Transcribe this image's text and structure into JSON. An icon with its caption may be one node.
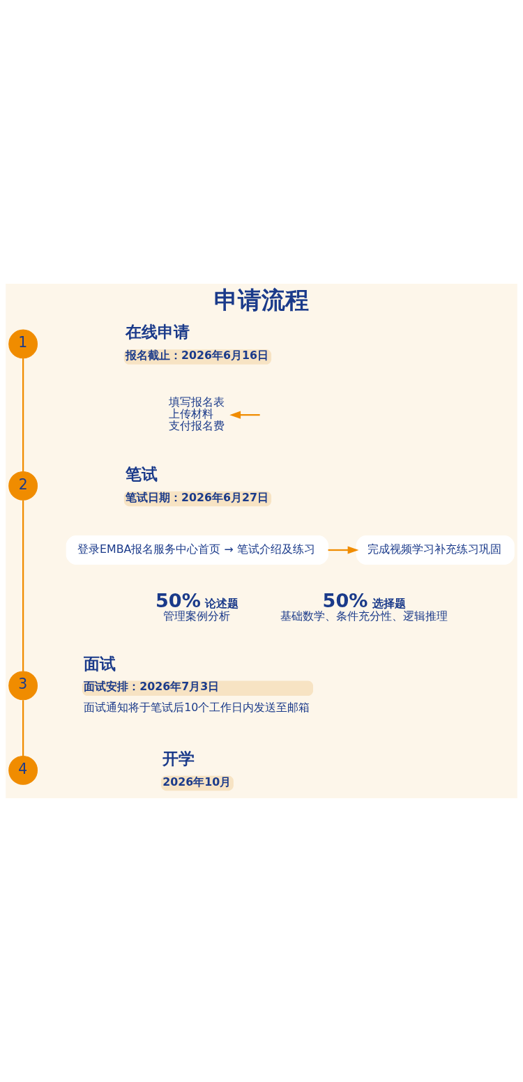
{
  "diagram": {
    "title": "申请流程",
    "nodes": [
      {
        "text": [
          "1"
        ]
      },
      {
        "text": [
          "在线申请",
          "报名截止：2026年6月16日"
        ]
      },
      {
        "text": [
          "填写报名表",
          "上传材料",
          "支付报名费"
        ]
      },
      {
        "text": [
          "2"
        ]
      },
      {
        "text": [
          "笔试",
          "笔试日期：2026年6月27日"
        ]
      },
      {
        "text": [
          "登录EMBA报名服务中心首页 → 笔试介绍及练习"
        ]
      },
      {
        "text": [
          "完成视频学习补充练习巩固"
        ]
      },
      {
        "text": [
          "50%",
          "论述题",
          "管理案例分析"
        ]
      },
      {
        "text": [
          "50%",
          "选择题",
          "基础数学、条件充分性、逻辑推理"
        ]
      },
      {
        "text": [
          "3"
        ]
      },
      {
        "text": [
          "面试",
          "面试安排：2026年7月3日",
          "面试通知将于笔试后10个工作日内发送至邮箱"
        ]
      },
      {
        "text": [
          "4"
        ]
      },
      {
        "text": [
          "开学",
          "2026年10月"
        ]
      }
    ],
    "edges": [
      {
        "from": 0,
        "to": 3,
        "arrow": "none"
      },
      {
        "from": 3,
        "to": 9,
        "arrow": "none"
      },
      {
        "from": 9,
        "to": 11,
        "arrow": "none"
      },
      {
        "from": null,
        "to": 2,
        "arrow": "to"
      },
      {
        "from": 5,
        "to": 6,
        "arrow": "to"
      }
    ]
  }
}
